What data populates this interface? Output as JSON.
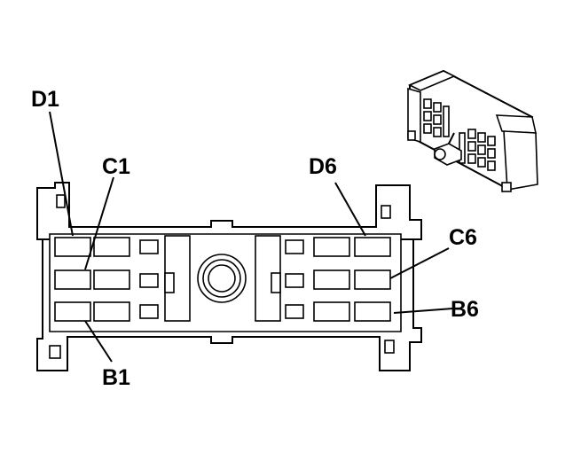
{
  "callouts": {
    "d1": "D1",
    "c1": "C1",
    "b1": "B1",
    "d6": "D6",
    "c6": "C6",
    "b6": "B6"
  },
  "colors": {
    "line": "#000000",
    "background": "#ffffff"
  }
}
